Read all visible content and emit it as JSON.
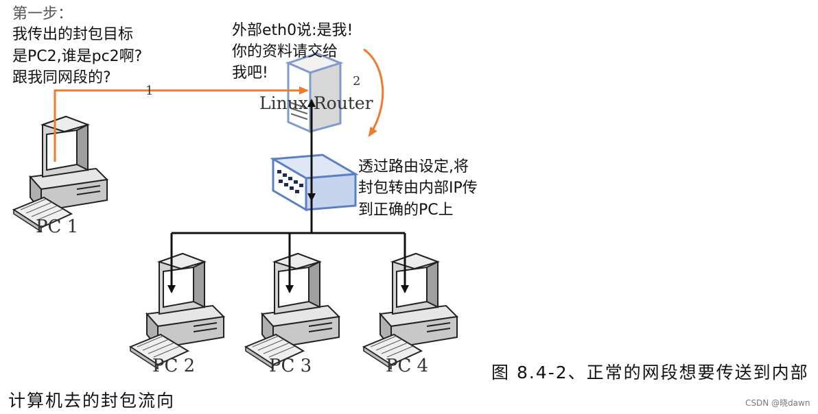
{
  "texts": {
    "step_title": "第一步：",
    "pc1_bubble": [
      "我传出的封包目标",
      "是PC2,谁是pc2啊?",
      "跟我同网段的?"
    ],
    "router_bubble": [
      "外部eth0说:是我!",
      "你的资料请交给",
      "我吧!"
    ],
    "switch_note": [
      "透过路由设定,将",
      "封包转由内部IP传",
      "到正确的PC上"
    ],
    "router_label": "Linux Router",
    "arrow_1": "1",
    "arrow_2": "2",
    "caption_line1": "图 8.4-2、正常的网段想要传送到内部",
    "caption_line2": "计算机去的封包流向",
    "watermark": "CSDN @晓dawn"
  },
  "computers": [
    {
      "id": "pc1",
      "label": "PC 1"
    },
    {
      "id": "pc2",
      "label": "PC 2"
    },
    {
      "id": "pc3",
      "label": "PC 3"
    },
    {
      "id": "pc4",
      "label": "PC 4"
    }
  ],
  "colors": {
    "arrow_orange": "#f07a2c",
    "wire_black": "#111111",
    "switch_blue": "#5b7fc4",
    "router_border": "#7f9acb"
  }
}
